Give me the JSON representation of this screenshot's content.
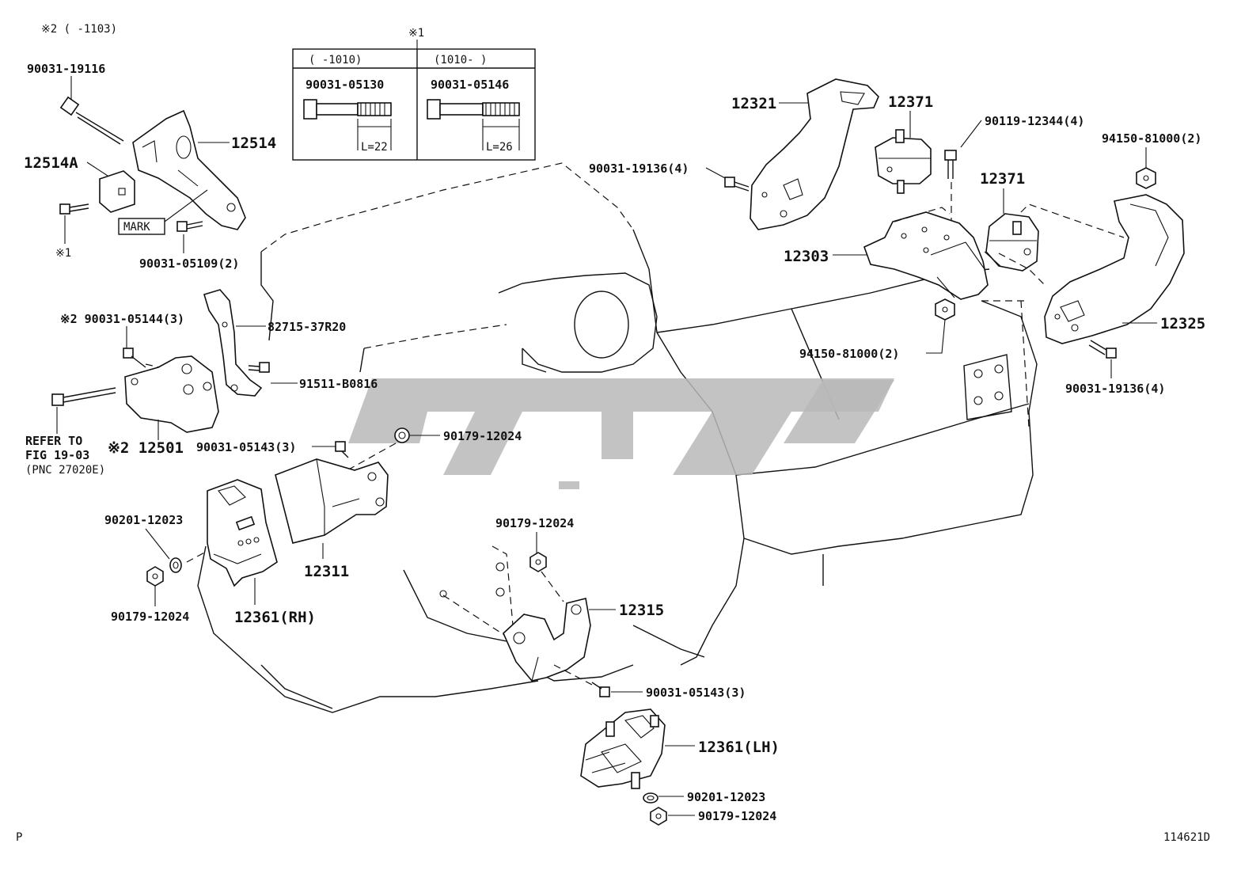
{
  "header": {
    "note_top": "※2 (     -1103)",
    "inset_marker": "※1"
  },
  "inset_table": {
    "col1_range": "(    -1010)",
    "col2_range": "(1010-     )",
    "col1_part": "90031-05130",
    "col2_part": "90031-05146",
    "col1_length": "L=22",
    "col2_length": "L=26"
  },
  "labels": {
    "p90031_19116": "90031-19116",
    "p12514": "12514",
    "p12514A": "12514A",
    "mark": "MARK",
    "note1_left": "※1",
    "p90031_05109": "90031-05109(2)",
    "p82715": "82715-37R20",
    "p90031_05144": "※2 90031-05144(3)",
    "p91511": "91511-B0816",
    "refer1": "REFER TO",
    "refer2": "FIG 19-03",
    "refer3": "(PNC 27020E)",
    "p12501": "※2 12501",
    "p90031_05143a": "90031-05143(3)",
    "p90179_a": "90179-12024",
    "p90201_a": "90201-12023",
    "p12311": "12311",
    "p90179_b": "90179-12024",
    "p12361rh": "12361(RH)",
    "p90179_c": "90179-12024",
    "p12315": "12315",
    "p90031_05143b": "90031-05143(3)",
    "p12361lh": "12361(LH)",
    "p90201_b": "90201-12023",
    "p90179_d": "90179-12024",
    "p12321": "12321",
    "p12371a": "12371",
    "p90119": "90119-12344(4)",
    "p94150a": "94150-81000(2)",
    "p90031_19136a": "90031-19136(4)",
    "p12371b": "12371",
    "p12303": "12303",
    "p12325": "12325",
    "p94150b": "94150-81000(2)",
    "p90031_19136b": "90031-19136(4)"
  },
  "footer": {
    "left_code": "P",
    "figure_id": "114621D"
  }
}
